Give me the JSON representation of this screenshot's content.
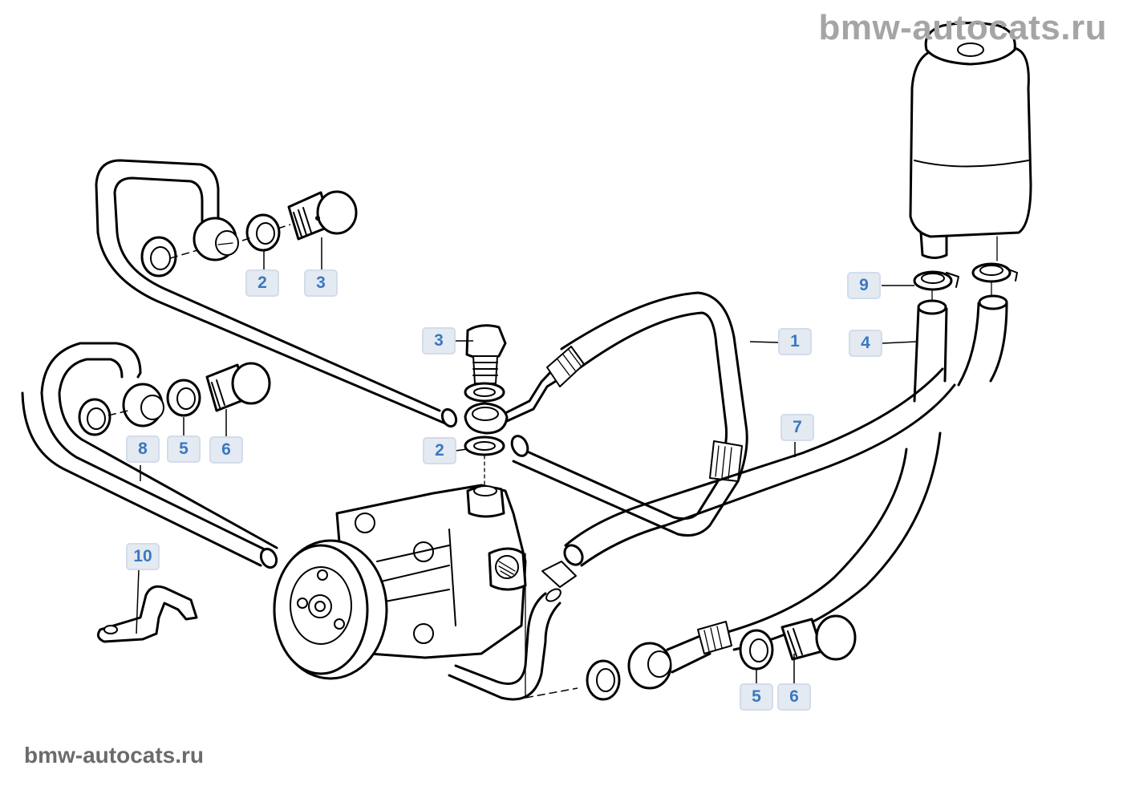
{
  "diagram": {
    "subject": "Power steering hydraulic system parts diagram",
    "watermark_top": "bmw-autocats.ru",
    "watermark_bottom": "bmw-autocats.ru",
    "label_colors": {
      "text": "#3a78c0",
      "background": "#e4eaf2",
      "border": "#d3dcea"
    },
    "callouts": [
      {
        "id": "c-2-top",
        "number": "2",
        "part": "seal ring (upper left hose banjo)"
      },
      {
        "id": "c-3-top",
        "number": "3",
        "part": "banjo bolt (upper left hose)"
      },
      {
        "id": "c-3-mid",
        "number": "3",
        "part": "banjo bolt (pump outlet)"
      },
      {
        "id": "c-2-mid",
        "number": "2",
        "part": "seal ring (pump outlet)"
      },
      {
        "id": "c-1",
        "number": "1",
        "part": "pressure hose"
      },
      {
        "id": "c-9",
        "number": "9",
        "part": "hose clamp"
      },
      {
        "id": "c-4",
        "number": "4",
        "part": "suction hose"
      },
      {
        "id": "c-7",
        "number": "7",
        "part": "return hose"
      },
      {
        "id": "c-8",
        "number": "8",
        "part": "expansion hose line"
      },
      {
        "id": "c-5-left",
        "number": "5",
        "part": "seal ring (left hose banjo)"
      },
      {
        "id": "c-6-left",
        "number": "6",
        "part": "banjo bolt (left hose)"
      },
      {
        "id": "c-10",
        "number": "10",
        "part": "bracket"
      },
      {
        "id": "c-5-bottom",
        "number": "5",
        "part": "seal ring (lower hose banjo)"
      },
      {
        "id": "c-6-bottom",
        "number": "6",
        "part": "banjo bolt (lower hose)"
      }
    ]
  }
}
